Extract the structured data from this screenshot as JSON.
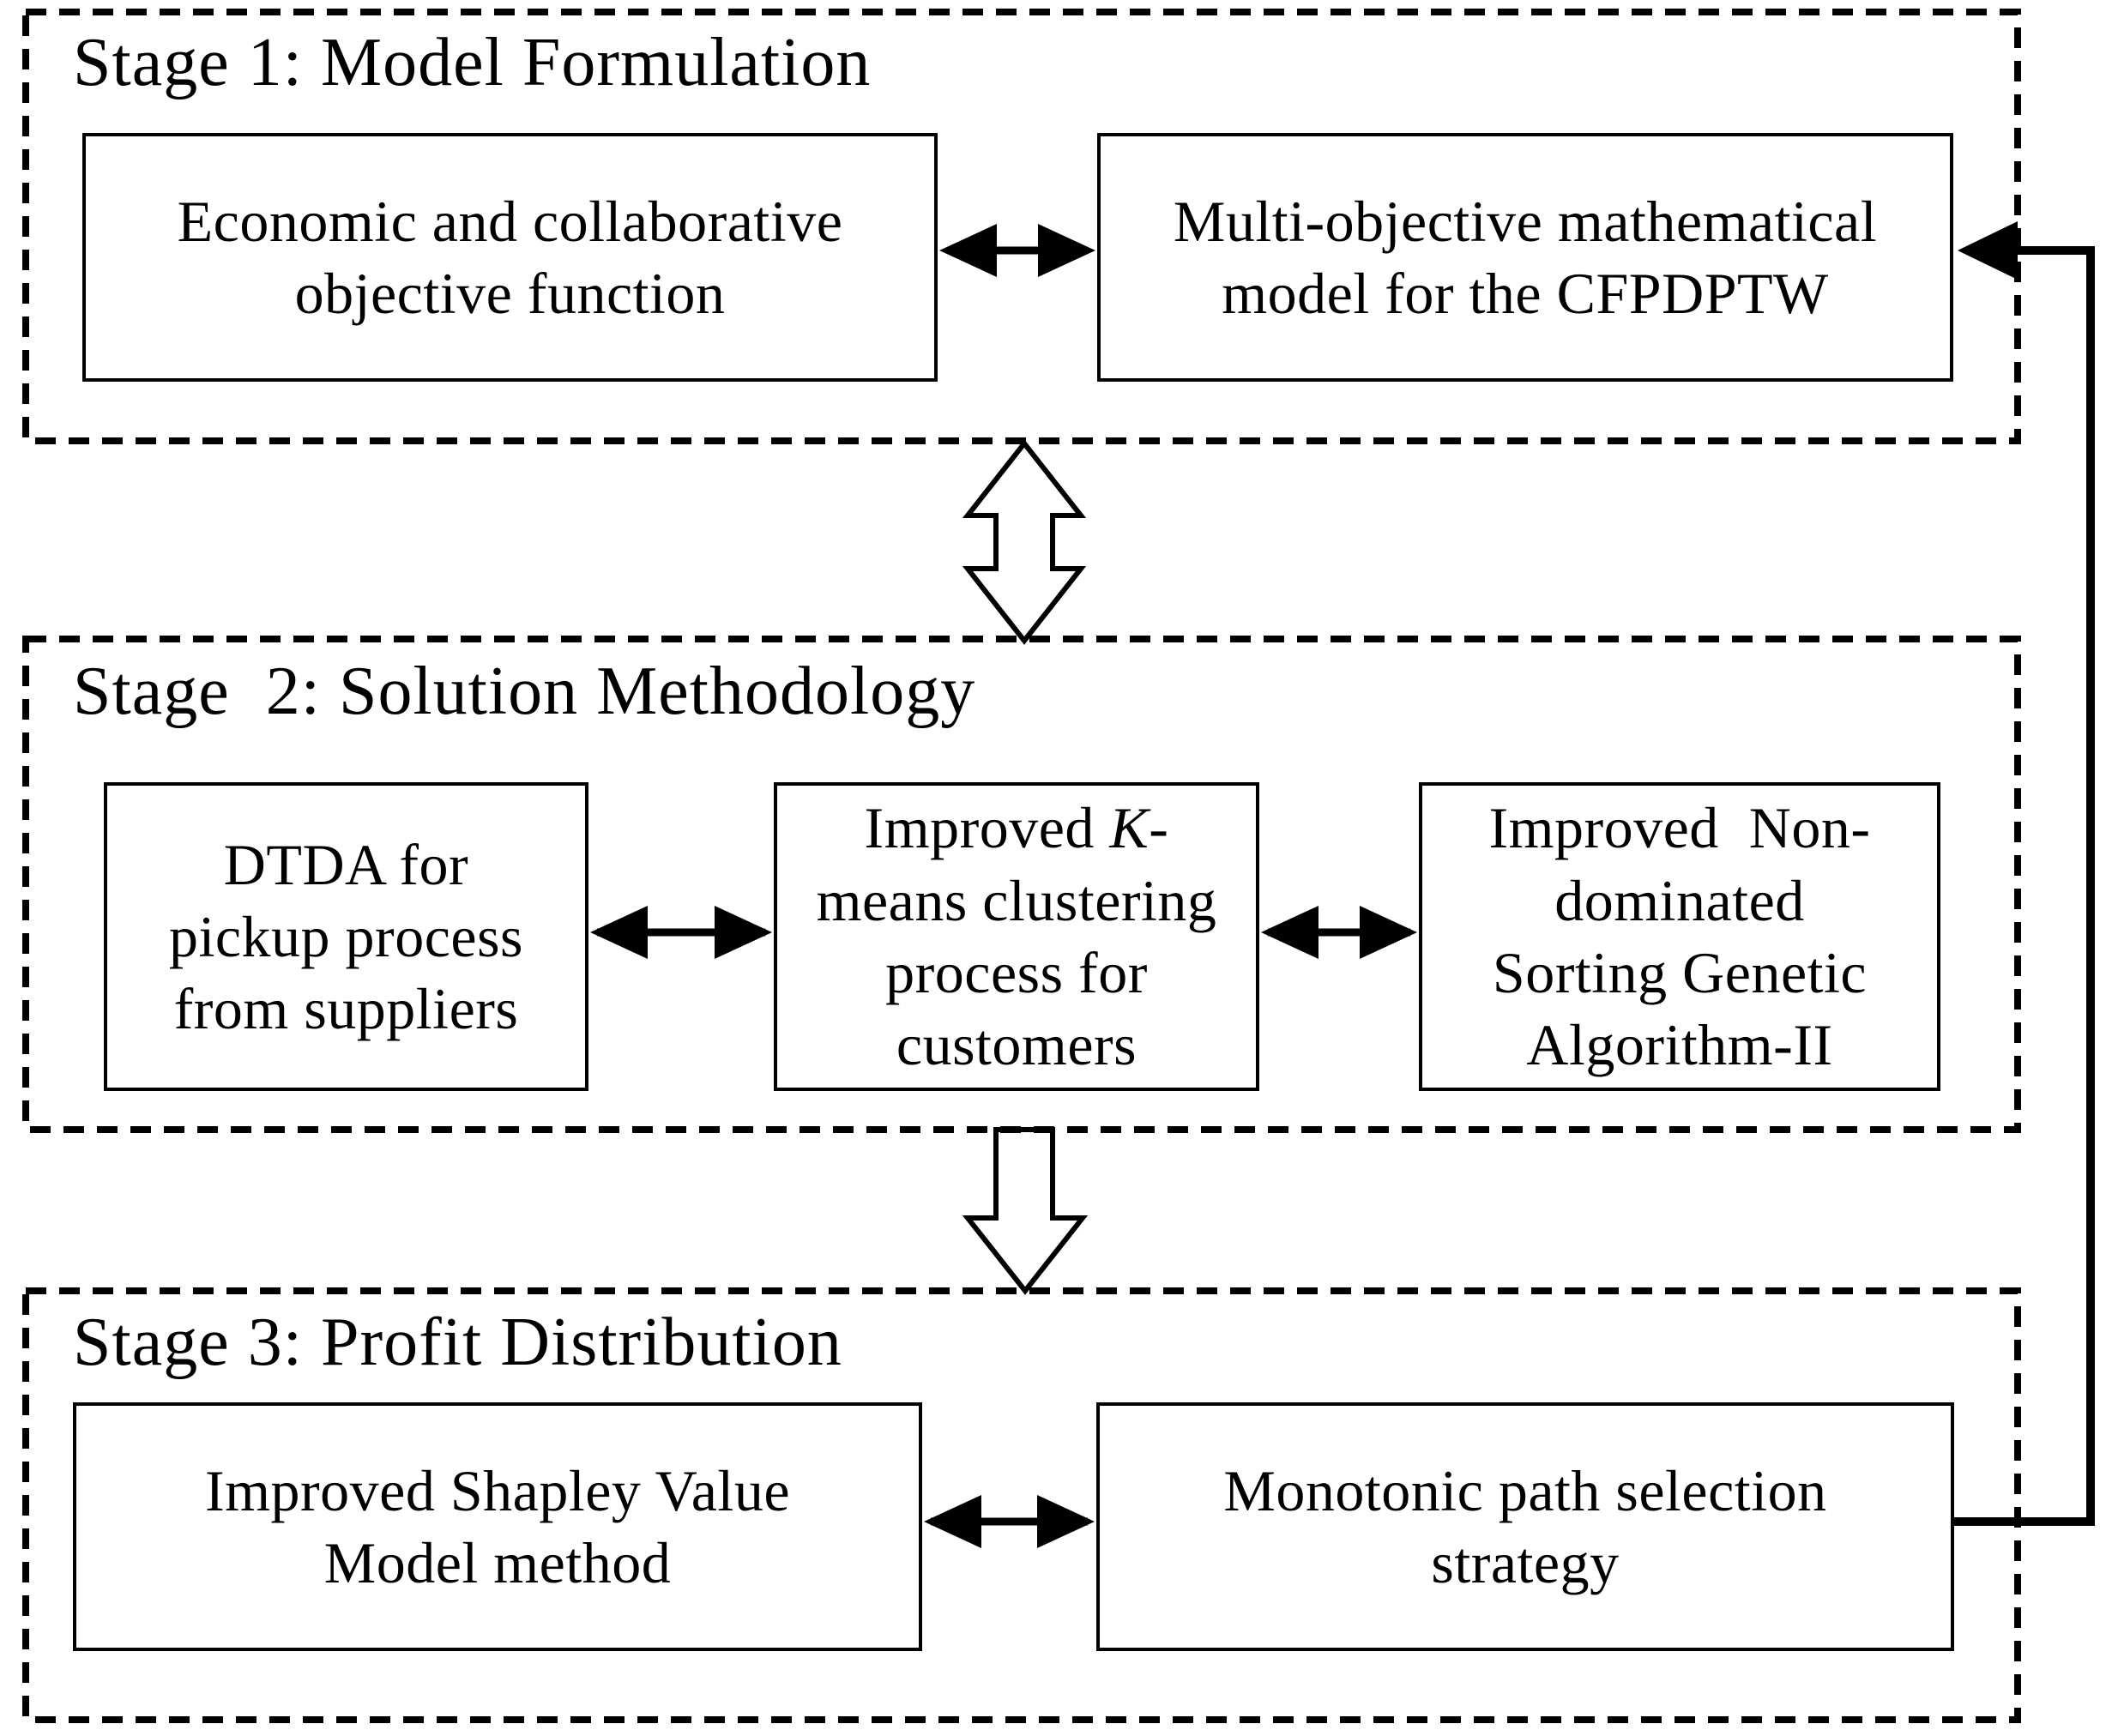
{
  "colors": {
    "ink": "#000000",
    "background": "#ffffff"
  },
  "stage1": {
    "title": "Stage 1: Model Formulation",
    "box1": {
      "line1": "Economic and collaborative",
      "line2": "objective function"
    },
    "box2": {
      "line1": "Multi-objective mathematical",
      "line2": "model for the CFPDPTW"
    }
  },
  "stage2": {
    "title": "Stage  2: Solution Methodology",
    "box1": {
      "line1": "DTDA for",
      "line2": "pickup process",
      "line3": "from suppliers"
    },
    "box2": {
      "line1_prefix": "Improved ",
      "line1_italic": "K",
      "line1_suffix": "-",
      "line2": "means clustering",
      "line3": "process for",
      "line4": "customers"
    },
    "box3": {
      "line1": "Improved  Non-",
      "line2": "dominated",
      "line3": "Sorting Genetic",
      "line4": "Algorithm-II"
    }
  },
  "stage3": {
    "title": "Stage 3: Profit Distribution",
    "box1": {
      "line1": "Improved Shapley Value",
      "line2": "Model method"
    },
    "box2": {
      "line1": "Monotonic path selection",
      "line2": "strategy"
    }
  }
}
